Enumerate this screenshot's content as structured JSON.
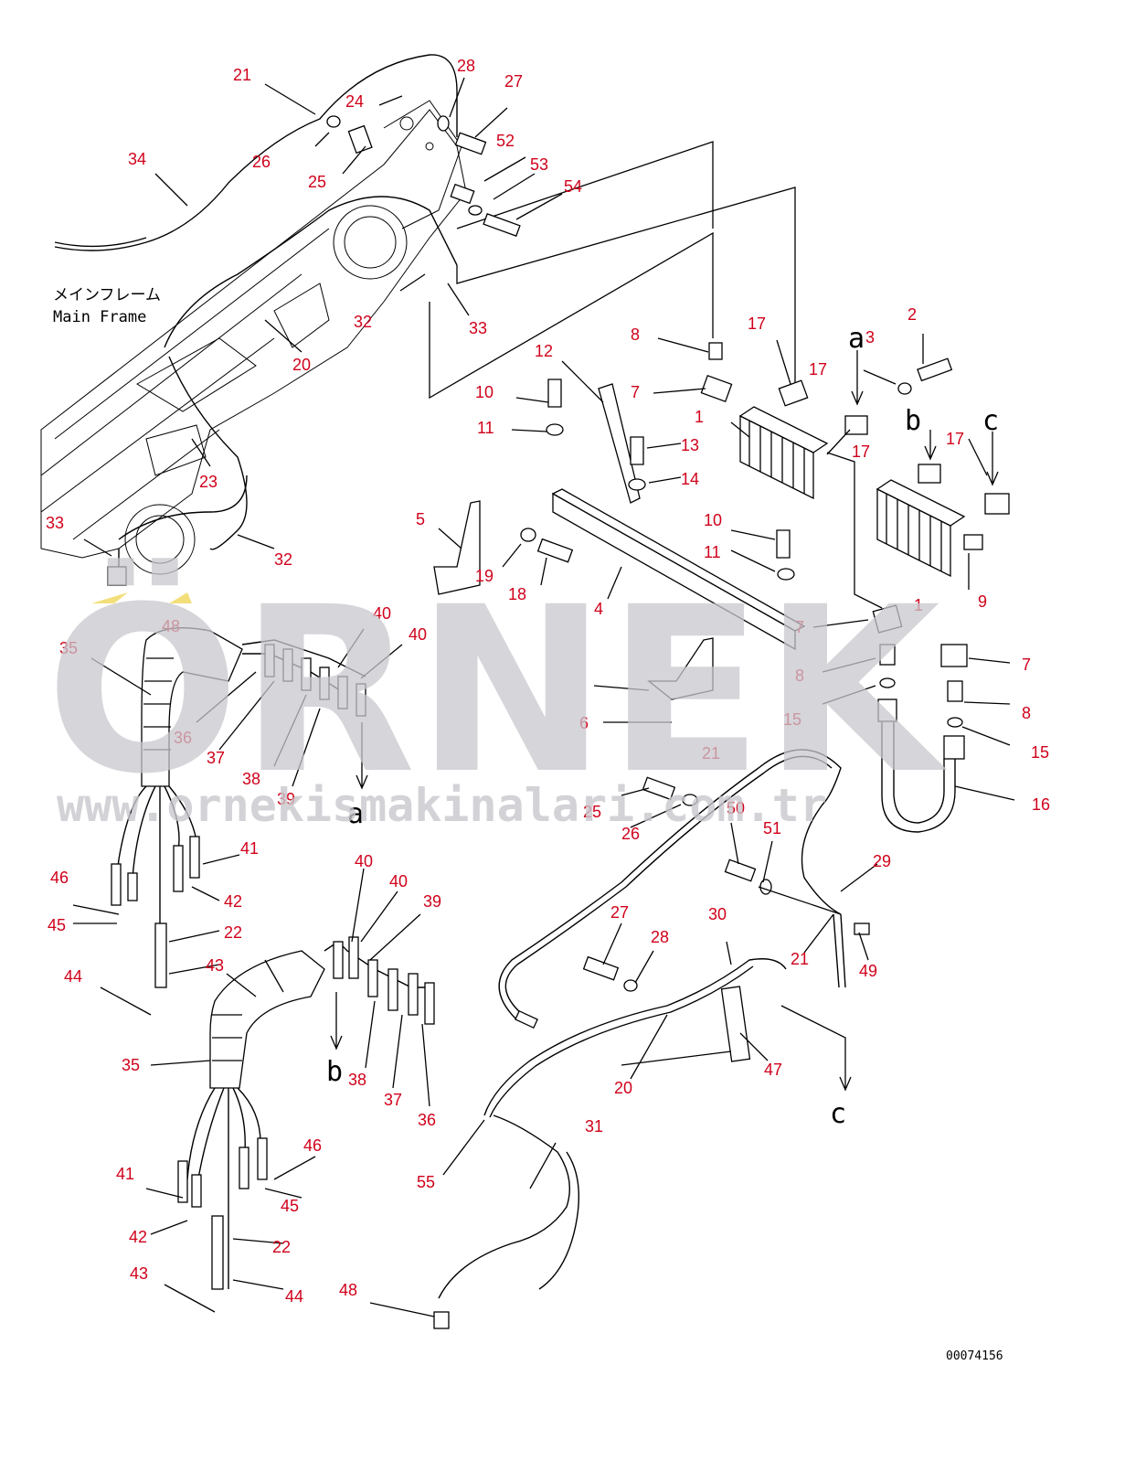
{
  "frame_label_jp": "メインフレーム",
  "frame_label_en": "Main Frame",
  "drawing_code": "00074156",
  "watermark": {
    "brand": "ÖRNEK",
    "url": "www.ornekismakinalari.com.tr"
  },
  "colors": {
    "callout": "#d0021b",
    "line": "#000000",
    "watermark": "#c9c7cd"
  },
  "letters": [
    {
      "id": "a",
      "text": "a"
    },
    {
      "id": "b",
      "text": "b"
    },
    {
      "id": "c",
      "text": "c"
    }
  ],
  "callouts": [
    "21",
    "24",
    "28",
    "27",
    "34",
    "26",
    "25",
    "52",
    "53",
    "54",
    "32",
    "33",
    "20",
    "23",
    "33",
    "32",
    "48",
    "8",
    "12",
    "17",
    "17",
    "3",
    "2",
    "7",
    "10",
    "11",
    "1",
    "13",
    "14",
    "17",
    "17",
    "5",
    "19",
    "18",
    "4",
    "10",
    "11",
    "1",
    "9",
    "7",
    "35",
    "40",
    "40",
    "36",
    "37",
    "38",
    "39",
    "8",
    "15",
    "7",
    "8",
    "15",
    "6",
    "16",
    "21",
    "25",
    "26",
    "50",
    "51",
    "29",
    "46",
    "41",
    "42",
    "45",
    "22",
    "44",
    "43",
    "40",
    "40",
    "39",
    "27",
    "28",
    "30",
    "21",
    "49",
    "35",
    "38",
    "37",
    "36",
    "20",
    "47",
    "31",
    "55",
    "46",
    "41",
    "45",
    "42",
    "22",
    "43",
    "44",
    "48"
  ]
}
